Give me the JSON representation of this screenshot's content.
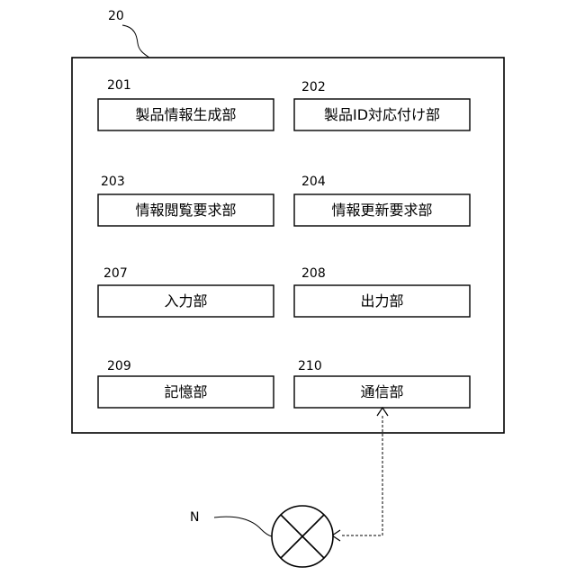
{
  "device": {
    "ref": "20"
  },
  "units": [
    {
      "ref": "201",
      "label": "製品情報生成部"
    },
    {
      "ref": "202",
      "label": "製品ID対応付け部"
    },
    {
      "ref": "203",
      "label": "情報閲覧要求部"
    },
    {
      "ref": "204",
      "label": "情報更新要求部"
    },
    {
      "ref": "207",
      "label": "入力部"
    },
    {
      "ref": "208",
      "label": "出力部"
    },
    {
      "ref": "209",
      "label": "記憶部"
    },
    {
      "ref": "210",
      "label": "通信部"
    }
  ],
  "network": {
    "ref": "N",
    "icon": "network-cross-circle-icon"
  }
}
